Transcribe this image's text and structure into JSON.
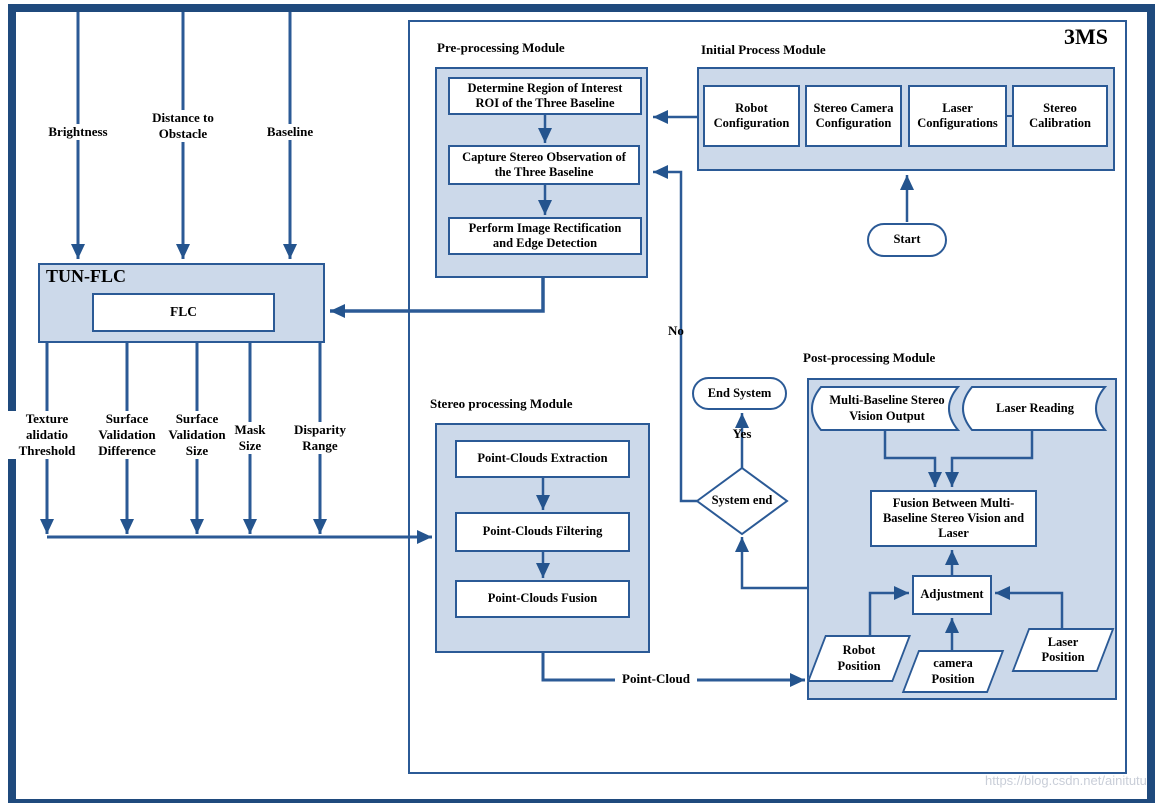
{
  "system_label": "3MS",
  "watermark": "https://blog.csdn.net/ainitutu",
  "colors": {
    "line_blue": "#2b5a96",
    "border_dark": "#1f4a7d",
    "module_fill": "#ccd9ea",
    "arrowhead": "#24548e"
  },
  "tun_flc": {
    "title": "TUN-FLC",
    "inner": "FLC",
    "inputs": [
      "Brightness",
      "Distance to\nObstacle",
      "Baseline"
    ],
    "outputs": [
      "Texture\nalidatio\nThreshold",
      "Surface\nValidation\nDifference",
      "Surface\nValidation\nSize",
      "Mask\nSize",
      "Disparity\nRange"
    ]
  },
  "pre_module": {
    "title": "Pre-processing Module",
    "steps": [
      "Determine Region of Interest\nROI of the Three Baseline",
      "Capture Stereo Observation of\nthe Three Baseline",
      "Perform Image  Rectification\nand  Edge Detection"
    ]
  },
  "initial_module": {
    "title": "Initial Process Module",
    "steps": [
      "Robot\nConfiguration",
      "Stereo Camera\nConfiguration",
      "Laser\nConfigurations",
      "Stereo\nCalibration"
    ],
    "start": "Start"
  },
  "stereo_module": {
    "title": "Stereo processing Module",
    "steps": [
      "Point-Clouds Extraction",
      "Point-Clouds Filtering",
      "Point-Clouds Fusion"
    ]
  },
  "post_module": {
    "title": "Post-processing Module",
    "stereo_output": "Multi-Baseline Stereo\nVision Output",
    "laser_reading": "Laser Reading",
    "fusion": "Fusion Between Multi-\nBaseline Stereo Vision and\nLaser",
    "adjustment": "Adjustment",
    "robot_position": "Robot\nPosition",
    "camera_position": "camera\nPosition",
    "laser_position": "Laser\nPosition"
  },
  "decision": {
    "label": "System end",
    "yes": "Yes",
    "no": "No",
    "end": "End System",
    "point_cloud": "Point-Cloud"
  }
}
